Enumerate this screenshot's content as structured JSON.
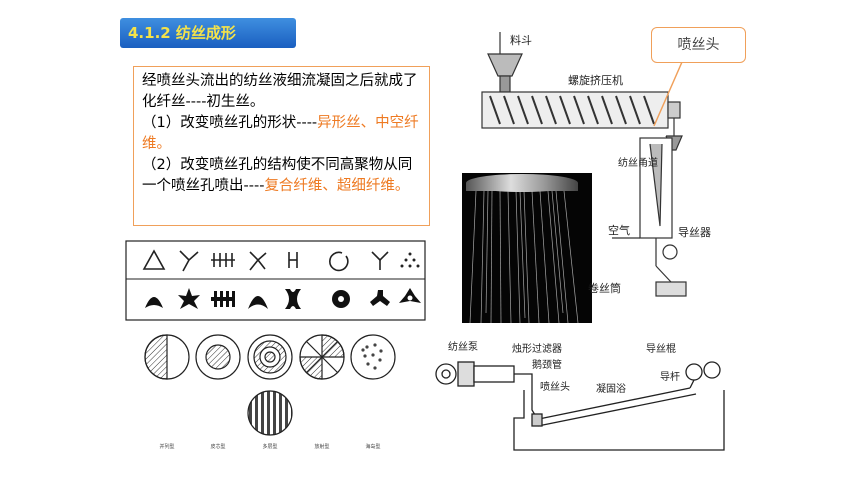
{
  "slide": {
    "title": "4.1.2 纺丝成形",
    "callout": "喷丝头",
    "paragraphs": [
      {
        "text": "经喷丝头流出的纺丝液细流凝固之后就成了化纤丝----初生丝。",
        "highlight": ""
      },
      {
        "text": "（1）改变喷丝孔的形状----",
        "highlight": "异形丝、中空纤维。"
      },
      {
        "text": "（2）改变喷丝孔的结构使不同高聚物从同一个喷丝孔喷出----",
        "highlight": "复合纤维、超细纤维。"
      }
    ]
  },
  "extruder_labels": {
    "hopper": "料斗",
    "screw": "螺旋挤压机",
    "channel": "纺丝甬道",
    "air": "空气",
    "guide": "导丝器",
    "bobbin": "卷丝筒"
  },
  "bath_labels": {
    "pump": "纺丝泵",
    "filter": "烛形过滤器",
    "gooseneck": "鹅颈管",
    "spinneret": "喷丝头",
    "bath": "凝固浴",
    "roller": "导丝棍",
    "rod": "导杆"
  },
  "cross_section_labels": [
    "并列型",
    "皮芯型",
    "多层型",
    "放射型",
    "海岛型"
  ]
}
